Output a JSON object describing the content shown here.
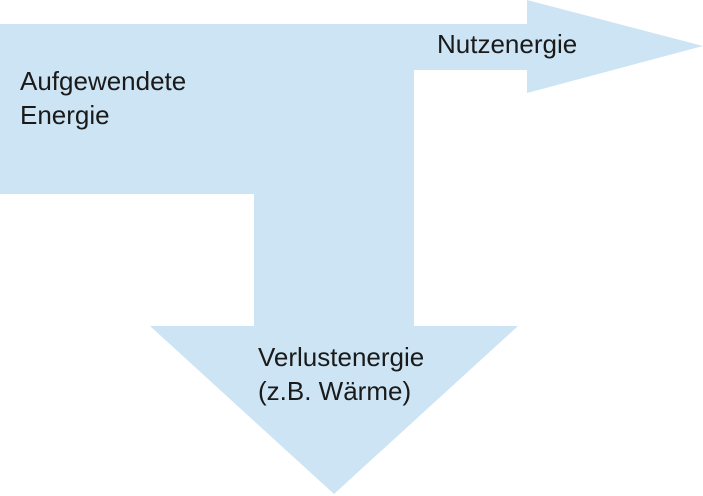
{
  "diagram": {
    "fill_color": "#cce4f3",
    "input_energy": {
      "line1": "Aufgewendete",
      "line2": "Energie"
    },
    "useful_energy": {
      "label": "Nutzenergie"
    },
    "loss_energy": {
      "line1": "Verlustenergie",
      "line2": "(z.B. Wärme)"
    }
  }
}
